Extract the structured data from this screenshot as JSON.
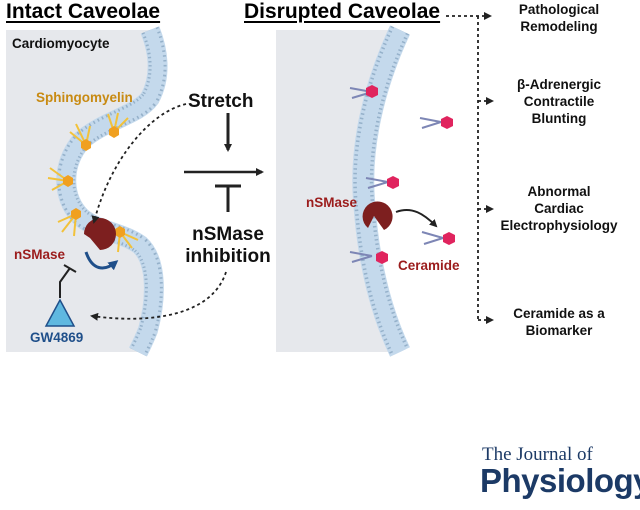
{
  "left_panel": {
    "title": "Intact Caveolae",
    "cell_label": "Cardiomyocyte",
    "sphingomyelin_label": "Sphingomyelin",
    "enzyme_label": "nSMase",
    "inhibitor_label": "GW4869"
  },
  "middle": {
    "stretch_label": "Stretch",
    "inhibition_label": "nSMase\ninhibition"
  },
  "right_panel": {
    "title": "Disrupted Caveolae",
    "enzyme_label": "nSMase",
    "product_label": "Ceramide"
  },
  "outcomes": [
    "Pathological\nRemodeling",
    "β-Adrenergic\nContractile\nBlunting",
    "Abnormal\nCardiac\nElectrophysiology",
    "Ceramide as a\nBiomarker"
  ],
  "journal": {
    "line1": "The Journal of",
    "line2": "Physiology"
  },
  "colors": {
    "membrane": "#c4d9ec",
    "membrane_dots": "#6f8fae",
    "cytoplasm": "#e6e8ec",
    "sphingomyelin": "#f0a020",
    "lipid_tail": "#f2c23a",
    "nsmase": "#7d1f1f",
    "ceramide": "#e0245e",
    "ceramide_tail": "#7d86b5",
    "inhibitor": "#5fb8e0",
    "label_red": "#9b1c1c",
    "label_gold": "#c88a12",
    "label_blue": "#1f4f8a",
    "journal": "#1c3a66"
  }
}
